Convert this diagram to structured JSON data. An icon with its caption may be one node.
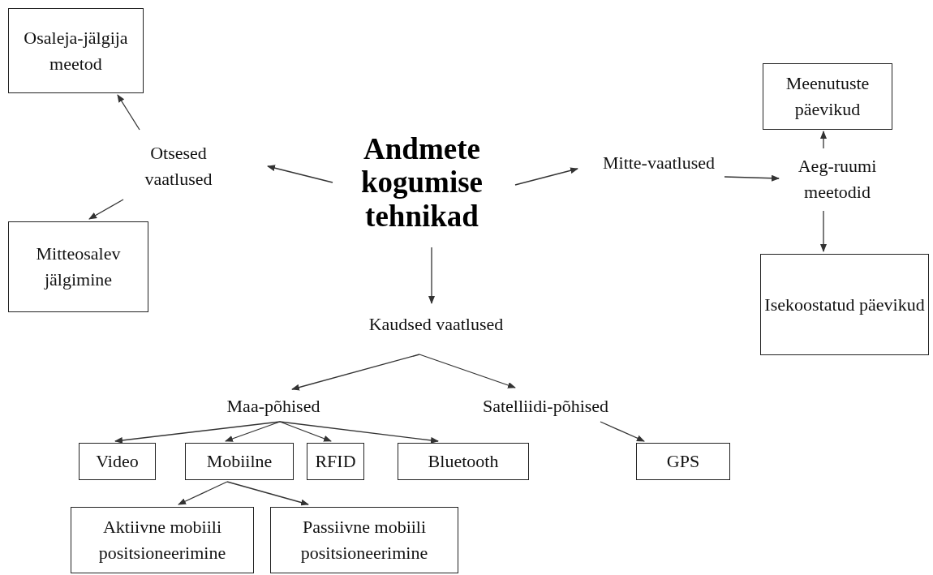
{
  "diagram": {
    "nodes": [
      {
        "text": [
          "Andmete kogumise tehnikad"
        ]
      },
      {
        "text": [
          "Otsesed vaatlused"
        ]
      },
      {
        "text": [
          "Osaleja-jälgija meetod"
        ]
      },
      {
        "text": [
          "Mitteosalev jälgimine"
        ]
      },
      {
        "text": [
          "Mitte-vaatlused"
        ]
      },
      {
        "text": [
          "Aeg-ruumi meetodid"
        ]
      },
      {
        "text": [
          "Meenutuste päevikud"
        ]
      },
      {
        "text": [
          "Isekoostatud päevikud"
        ]
      },
      {
        "text": [
          "Kaudsed vaatlused"
        ]
      },
      {
        "text": [
          "Maa-põhised"
        ]
      },
      {
        "text": [
          "Satelliidi-põhised"
        ]
      },
      {
        "text": [
          "Video"
        ]
      },
      {
        "text": [
          "Mobiilne"
        ]
      },
      {
        "text": [
          "RFID"
        ]
      },
      {
        "text": [
          "Bluetooth"
        ]
      },
      {
        "text": [
          "GPS"
        ]
      },
      {
        "text": [
          "Aktiivne mobiili positsioneerimine"
        ]
      },
      {
        "text": [
          "Passiivne mobiili positsioneerimine"
        ]
      }
    ],
    "edges": [
      {
        "from": 1,
        "to": 2,
        "arrow": "to"
      },
      {
        "from": 1,
        "to": 3,
        "arrow": "to"
      },
      {
        "from": 0,
        "to": 1,
        "arrow": "to"
      },
      {
        "from": 0,
        "to": 4,
        "arrow": "to"
      },
      {
        "from": 4,
        "to": 5,
        "arrow": "to"
      },
      {
        "from": 5,
        "to": 6,
        "arrow": "to"
      },
      {
        "from": 5,
        "to": 7,
        "arrow": "to"
      },
      {
        "from": 0,
        "to": 8,
        "arrow": "to"
      },
      {
        "from": 8,
        "to": 9,
        "arrow": "to"
      },
      {
        "from": 8,
        "to": 10,
        "arrow": "to"
      },
      {
        "from": 9,
        "to": 11,
        "arrow": "to"
      },
      {
        "from": 9,
        "to": 12,
        "arrow": "to"
      },
      {
        "from": 9,
        "to": 13,
        "arrow": "to"
      },
      {
        "from": 9,
        "to": 14,
        "arrow": "to"
      },
      {
        "from": 10,
        "to": 15,
        "arrow": "to"
      },
      {
        "from": 12,
        "to": 16,
        "arrow": "to"
      },
      {
        "from": 12,
        "to": 17,
        "arrow": "to"
      }
    ]
  }
}
